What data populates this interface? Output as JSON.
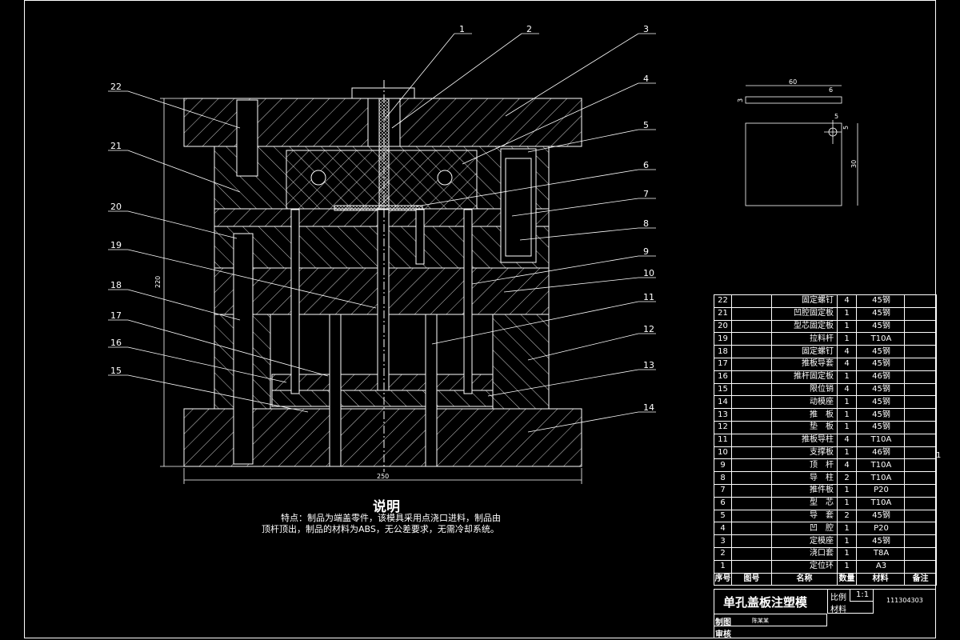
{
  "callouts": [
    "1",
    "2",
    "3",
    "4",
    "5",
    "6",
    "7",
    "8",
    "9",
    "10",
    "11",
    "12",
    "13",
    "14",
    "15",
    "16",
    "17",
    "18",
    "19",
    "20",
    "21",
    "22"
  ],
  "dimensions": {
    "overall_width": "250",
    "overall_height": "220",
    "part_width": "60",
    "part_height": "30",
    "part_thickness": "3",
    "hole_offset_x": "5",
    "hole_offset_y": "5",
    "hole_dia": "6"
  },
  "notes": {
    "title": "说明",
    "line1": "特点：制品为端盖零件，该模具采用点浇口进料，制品由",
    "line2": "顶杆顶出，制品的材料为ABS，无公差要求，无需冷却系统。"
  },
  "bom": {
    "headers": {
      "no": "序号",
      "drawing": "图号",
      "name": "名称",
      "qty": "数量",
      "material": "材料",
      "remark": "备注"
    },
    "rows": [
      {
        "no": "22",
        "name": "固定螺钉",
        "qty": "4",
        "material": "45钢"
      },
      {
        "no": "21",
        "name": "凹腔固定板",
        "qty": "1",
        "material": "45钢"
      },
      {
        "no": "20",
        "name": "型芯固定板",
        "qty": "1",
        "material": "45钢"
      },
      {
        "no": "19",
        "name": "拉料杆",
        "qty": "1",
        "material": "T10A"
      },
      {
        "no": "18",
        "name": "固定螺钉",
        "qty": "4",
        "material": "45钢"
      },
      {
        "no": "17",
        "name": "推板导套",
        "qty": "4",
        "material": "45钢"
      },
      {
        "no": "16",
        "name": "推杆固定板",
        "qty": "1",
        "material": "46钢"
      },
      {
        "no": "15",
        "name": "限位销",
        "qty": "4",
        "material": "45钢"
      },
      {
        "no": "14",
        "name": "动模座",
        "qty": "1",
        "material": "45钢"
      },
      {
        "no": "13",
        "name": "推　板",
        "qty": "1",
        "material": "45钢"
      },
      {
        "no": "12",
        "name": "垫　板",
        "qty": "1",
        "material": "45钢"
      },
      {
        "no": "11",
        "name": "推板导柱",
        "qty": "4",
        "material": "T10A"
      },
      {
        "no": "10",
        "name": "支撑板",
        "qty": "1",
        "material": "46钢"
      },
      {
        "no": "9",
        "name": "顶　杆",
        "qty": "4",
        "material": "T10A"
      },
      {
        "no": "8",
        "name": "导　柱",
        "qty": "2",
        "material": "T10A"
      },
      {
        "no": "7",
        "name": "推件板",
        "qty": "1",
        "material": "P20"
      },
      {
        "no": "6",
        "name": "型　芯",
        "qty": "1",
        "material": "T10A"
      },
      {
        "no": "5",
        "name": "导　套",
        "qty": "2",
        "material": "45钢"
      },
      {
        "no": "4",
        "name": "凹　腔",
        "qty": "1",
        "material": "P20"
      },
      {
        "no": "3",
        "name": "定模座",
        "qty": "1",
        "material": "45钢"
      },
      {
        "no": "2",
        "name": "浇口套",
        "qty": "1",
        "material": "T8A"
      },
      {
        "no": "1",
        "name": "定位环",
        "qty": "1",
        "material": "A3"
      }
    ]
  },
  "title_block": {
    "title": "单孔盖板注塑模",
    "scale_label": "比例",
    "scale": "1:1",
    "material_label": "材料",
    "drawing_no": "111304303",
    "drawn_label": "制图",
    "drawn_by": "陈某某",
    "checked_label": "审核",
    "sheet_mark": "1"
  },
  "colors": {
    "background": "#000000",
    "line": "#ffffff",
    "hatch": "#ffffff"
  }
}
